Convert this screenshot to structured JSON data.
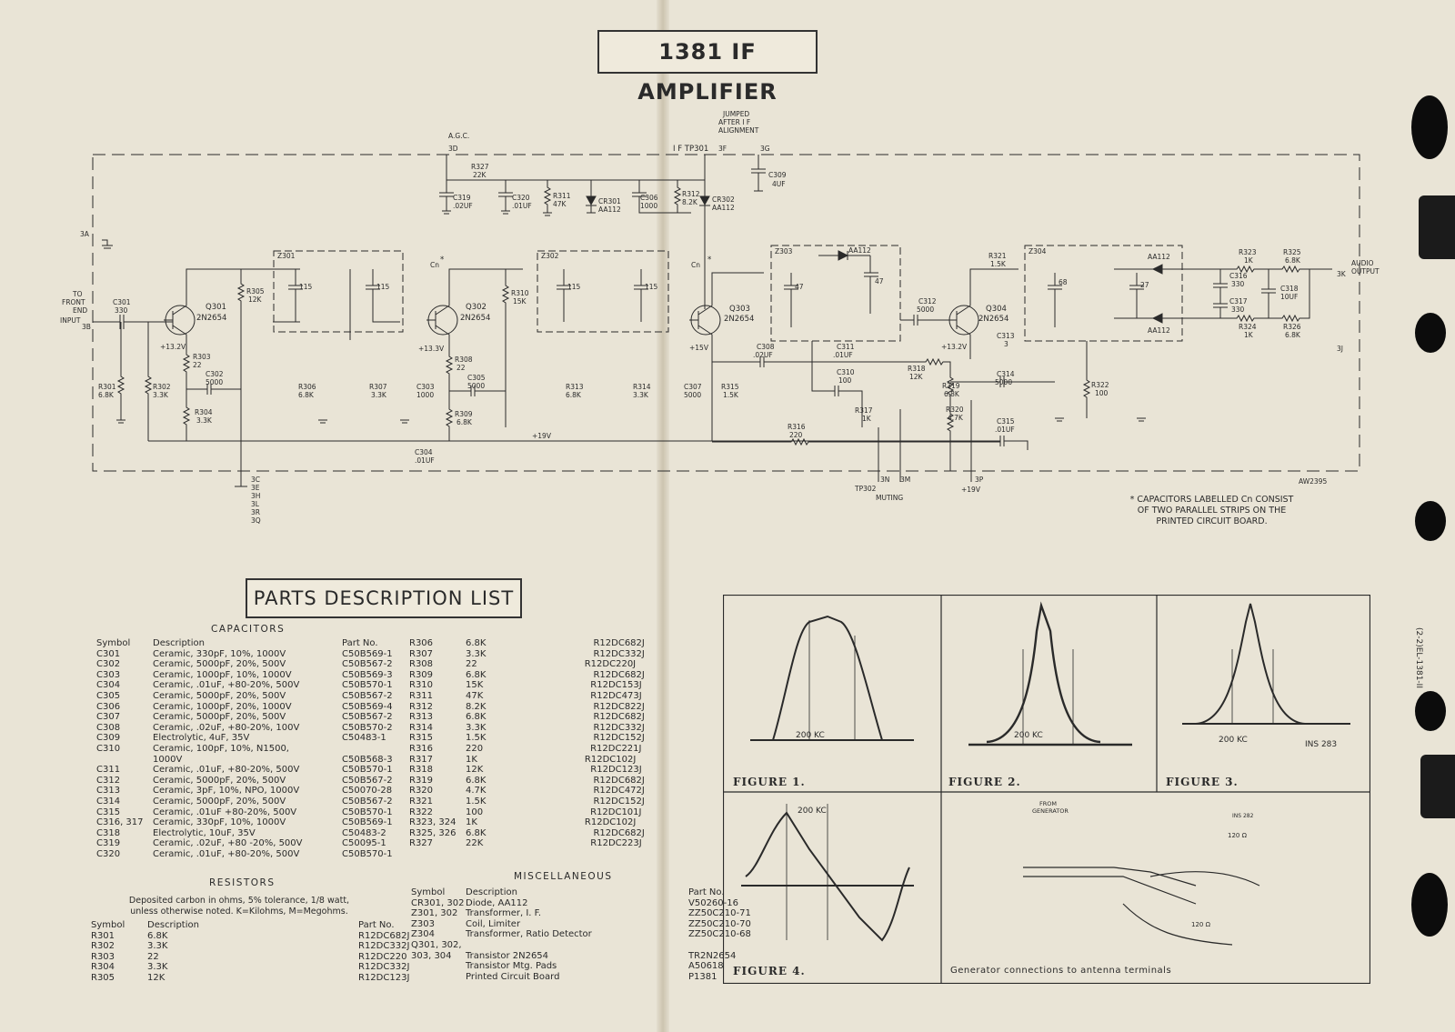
{
  "title": "1381 IF AMPLIFIER",
  "parts_title": "PARTS DESCRIPTION LIST",
  "drawing_no": "AW2395",
  "insert_nos": [
    "INS 283",
    "INS 282"
  ],
  "side_code": "(2-2)EL-1381-II",
  "note_cn": [
    "* CAPACITORS LABELLED Cn CONSIST",
    "OF TWO PARALLEL STRIPS ON THE",
    "PRINTED CIRCUIT BOARD."
  ],
  "schematic": {
    "terminals": [
      "3A",
      "3B",
      "3D",
      "3F",
      "3G",
      "3K",
      "3J",
      "3N",
      "3M",
      "3P"
    ],
    "ground_terminals": [
      "3C",
      "3E",
      "3H",
      "3L",
      "3R",
      "3Q"
    ],
    "labels": {
      "agc": "A.G.C.",
      "jumped": [
        "JUMPED",
        "AFTER I F",
        "ALIGNMENT"
      ],
      "tp301": "I F TP301",
      "tp302": "TP302",
      "muting": "MUTING",
      "input": [
        "TO",
        "FRONT",
        "END",
        "INPUT"
      ],
      "audio": [
        "AUDIO",
        "OUTPUT"
      ],
      "b19": "+19V",
      "cn": "Cn",
      "star": "*"
    },
    "transistors": [
      {
        "name": "Q301",
        "type": "2N2654",
        "bias": "+13.2V"
      },
      {
        "name": "Q302",
        "type": "2N2654",
        "bias": "+13.3V"
      },
      {
        "name": "Q303",
        "type": "2N2654",
        "bias": "+15V"
      },
      {
        "name": "Q304",
        "type": "2N2654",
        "bias": "+13.2V"
      }
    ],
    "transformers": [
      "Z301",
      "Z302",
      "Z303",
      "Z304"
    ],
    "components": {
      "R327": "22K",
      "C319": ".02UF",
      "C320": ".01UF",
      "R311": "47K",
      "CR301": "AA112",
      "C306": "1000",
      "R312": "8.2K",
      "CR302": "AA112",
      "C309": "4UF",
      "C301": "330",
      "R305": "12K",
      "R303": "22",
      "C302": "5000",
      "R304": "3.3K",
      "R301": "6.8K",
      "R302": "3.3K",
      "R306": "6.8K",
      "R307": "3.3K",
      "C303": "1000",
      "C304": ".01UF",
      "R308": "22",
      "C305": "5000",
      "R309": "6.8K",
      "R310": "15K",
      "R313": "6.8K",
      "R314": "3.3K",
      "C307": "5000",
      "R315": "1.5K",
      "C308": ".02UF",
      "C311": ".01UF",
      "C310": "100",
      "R316": "220",
      "R317": "1K",
      "R318": "12K",
      "C312": "5000",
      "R321": "1.5K",
      "R319": "6.8K",
      "R320": "4.7K",
      "C313": "3",
      "C314": "5000",
      "C315": ".01UF",
      "R322": "100",
      "R323": "1K",
      "R325": "6.8K",
      "C316": "330",
      "C317": "330",
      "C318": "10UF",
      "R324": "1K",
      "R326": "6.8K",
      "AA112": "AA112"
    },
    "tuning": {
      "c1": "115",
      "c2": "47",
      "c3": "68",
      "c4": "27"
    }
  },
  "capacitors": {
    "heading": "CAPACITORS",
    "columns": [
      "Symbol",
      "Description",
      "Part No."
    ],
    "rows": [
      [
        "C301",
        "Ceramic, 330pF, 10%, 1000V",
        "C50B569-1"
      ],
      [
        "C302",
        "Ceramic, 5000pF, 20%, 500V",
        "C50B567-2"
      ],
      [
        "C303",
        "Ceramic, 1000pF, 10%, 1000V",
        "C50B569-3"
      ],
      [
        "C304",
        "Ceramic, .01uF, +80-20%, 500V",
        "C50B570-1"
      ],
      [
        "C305",
        "Ceramic, 5000pF, 20%, 500V",
        "C50B567-2"
      ],
      [
        "C306",
        "Ceramic, 1000pF, 20%, 1000V",
        "C50B569-4"
      ],
      [
        "C307",
        "Ceramic, 5000pF, 20%, 500V",
        "C50B567-2"
      ],
      [
        "C308",
        "Ceramic, .02uF, +80-20%, 100V",
        "C50B570-2"
      ],
      [
        "C309",
        "Electrolytic, 4uF, 35V",
        "C50483-1"
      ],
      [
        "C310",
        "Ceramic, 100pF, 10%, N1500,",
        ""
      ],
      [
        "",
        "1000V",
        "C50B568-3"
      ],
      [
        "C311",
        "Ceramic, .01uF, +80-20%, 500V",
        "C50B570-1"
      ],
      [
        "C312",
        "Ceramic, 5000pF, 20%, 500V",
        "C50B567-2"
      ],
      [
        "C313",
        "Ceramic, 3pF, 10%, NPO, 1000V",
        "C50070-28"
      ],
      [
        "C314",
        "Ceramic, 5000pF, 20%, 500V",
        "C50B567-2"
      ],
      [
        "C315",
        "Ceramic, .01uF +80-20%, 500V",
        "C50B570-1"
      ],
      [
        "C316, 317",
        "Ceramic, 330pF, 10%, 1000V",
        "C50B569-1"
      ],
      [
        "C318",
        "Electrolytic, 10uF, 35V",
        "C50483-2"
      ],
      [
        "C319",
        "Ceramic, .02uF, +80 -20%, 500V",
        "C50095-1"
      ],
      [
        "C320",
        "Ceramic, .01uF, +80-20%, 500V",
        "C50B570-1"
      ]
    ]
  },
  "resistors": {
    "heading": "RESISTORS",
    "note": [
      "Deposited carbon in ohms, 5% tolerance, 1/8 watt,",
      "unless otherwise noted. K=Kilohms, M=Megohms."
    ],
    "columns": [
      "Symbol",
      "Description",
      "Part No."
    ],
    "rows": [
      [
        "R301",
        "6.8K",
        "R12DC682J"
      ],
      [
        "R302",
        "3.3K",
        "R12DC332J"
      ],
      [
        "R303",
        "22",
        "R12DC220"
      ],
      [
        "R304",
        "3.3K",
        "R12DC332J"
      ],
      [
        "R305",
        "12K",
        "R12DC123J"
      ]
    ],
    "rows2": [
      [
        "R306",
        "6.8K",
        "R12DC682J"
      ],
      [
        "R307",
        "3.3K",
        "R12DC332J"
      ],
      [
        "R308",
        "22",
        "R12DC220J"
      ],
      [
        "R309",
        "6.8K",
        "R12DC682J"
      ],
      [
        "R310",
        "15K",
        "R12DC153J"
      ],
      [
        "R311",
        "47K",
        "R12DC473J"
      ],
      [
        "R312",
        "8.2K",
        "R12DC822J"
      ],
      [
        "R313",
        "6.8K",
        "R12DC682J"
      ],
      [
        "R314",
        "3.3K",
        "R12DC332J"
      ],
      [
        "R315",
        "1.5K",
        "R12DC152J"
      ],
      [
        "R316",
        "220",
        "R12DC221J"
      ],
      [
        "R317",
        "1K",
        "R12DC102J"
      ],
      [
        "R318",
        "12K",
        "R12DC123J"
      ],
      [
        "R319",
        "6.8K",
        "R12DC682J"
      ],
      [
        "R320",
        "4.7K",
        "R12DC472J"
      ],
      [
        "R321",
        "1.5K",
        "R12DC152J"
      ],
      [
        "R322",
        "100",
        "R12DC101J"
      ],
      [
        "R323, 324",
        "1K",
        "R12DC102J"
      ],
      [
        "R325, 326",
        "6.8K",
        "R12DC682J"
      ],
      [
        "R327",
        "22K",
        "R12DC223J"
      ]
    ]
  },
  "misc": {
    "heading": "MISCELLANEOUS",
    "columns": [
      "Symbol",
      "Description",
      "Part No."
    ],
    "rows": [
      [
        "CR301, 302",
        "Diode, AA112",
        "V50260-16"
      ],
      [
        "Z301, 302",
        "Transformer, I. F.",
        "ZZ50C210-71"
      ],
      [
        "Z303",
        "Coil, Limiter",
        "ZZ50C210-70"
      ],
      [
        "Z304",
        "Transformer, Ratio Detector",
        "ZZ50C210-68"
      ],
      [
        "Q301, 302,",
        "",
        ""
      ],
      [
        "303, 304",
        "Transistor 2N2654",
        "TR2N2654"
      ],
      [
        "",
        "Transistor Mtg. Pads",
        "A50618"
      ],
      [
        "",
        "Printed Circuit Board",
        "P1381"
      ]
    ]
  },
  "figures": {
    "fig1": "FIGURE 1.",
    "fig2": "FIGURE 2.",
    "fig3": "FIGURE 3.",
    "fig4": "FIGURE 4.",
    "gen_caption": "Generator connections to antenna terminals",
    "width_label": "200 KC",
    "from_gen": [
      "FROM",
      "GENERATOR"
    ],
    "ohm120": "120 Ω"
  }
}
